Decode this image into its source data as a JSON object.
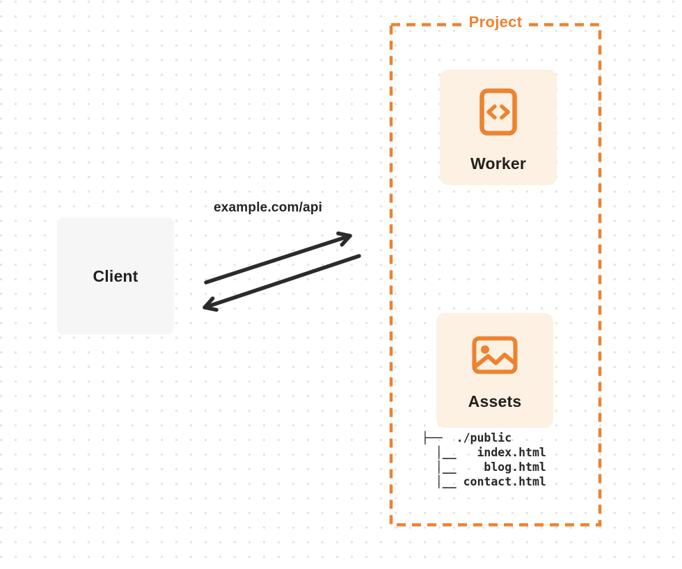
{
  "colors": {
    "accent": "#ed8230",
    "card_bg": "#fcf1e2",
    "client_bg": "#f6f6f6",
    "ink": "#2b2b2b",
    "dot": "#e4e4e4"
  },
  "project": {
    "label": "Project"
  },
  "client": {
    "label": "Client"
  },
  "worker": {
    "label": "Worker",
    "icon": "code-file-icon"
  },
  "assets": {
    "label": "Assets",
    "icon": "image-icon"
  },
  "request": {
    "label": "example.com/api"
  },
  "file_tree": {
    "root": "./public",
    "files": [
      "index.html",
      "blog.html",
      "contact.html"
    ]
  }
}
